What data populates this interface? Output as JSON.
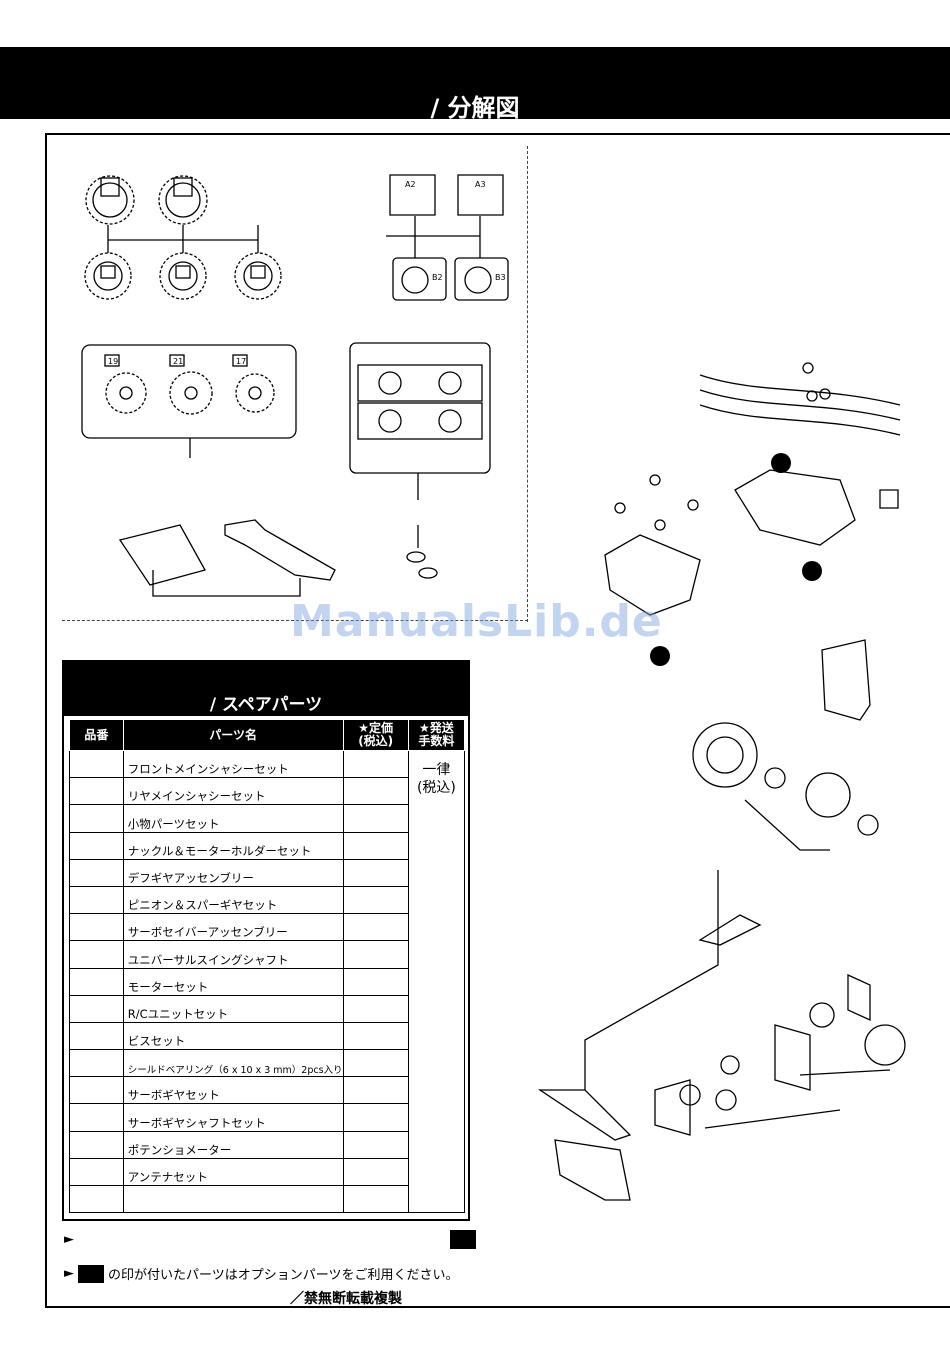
{
  "header": {
    "title": "/ 分解図"
  },
  "watermark": "ManualsLib.de",
  "parts_labels": {
    "a2": "A2",
    "a3": "A3",
    "b2": "B2",
    "b3": "B3",
    "g19": "19",
    "g21": "21",
    "g17": "17"
  },
  "spare": {
    "title": "/ スペアパーツ",
    "columns": {
      "part_no": "品番",
      "name": "パーツ名",
      "price": "★定価\n(税込)",
      "shipping": "★発送\n手数料"
    },
    "shipping_value": "一律\n(税込)",
    "rows": [
      "フロントメインシャシーセット",
      "リヤメインシャシーセット",
      "小物パーツセット",
      "ナックル＆モーターホルダーセット",
      "デフギヤアッセンブリー",
      "ピニオン＆スパーギヤセット",
      "サーボセイバーアッセンブリー",
      "ユニバーサルスイングシャフト",
      "モーターセット",
      "R/Cユニットセット",
      "ビスセット",
      "シールドベアリング（6 x 10 x 3 mm）2pcs入り",
      "サーボギヤセット",
      "サーボギヤシャフトセット",
      "ポテンショメーター",
      "アンテナセット",
      ""
    ]
  },
  "notes": {
    "note1_arrow": "►",
    "note2_arrow": "►",
    "note2_text": "の印が付いたパーツはオプションパーツをご利用ください。",
    "copyright": "／禁無断転載複製"
  }
}
